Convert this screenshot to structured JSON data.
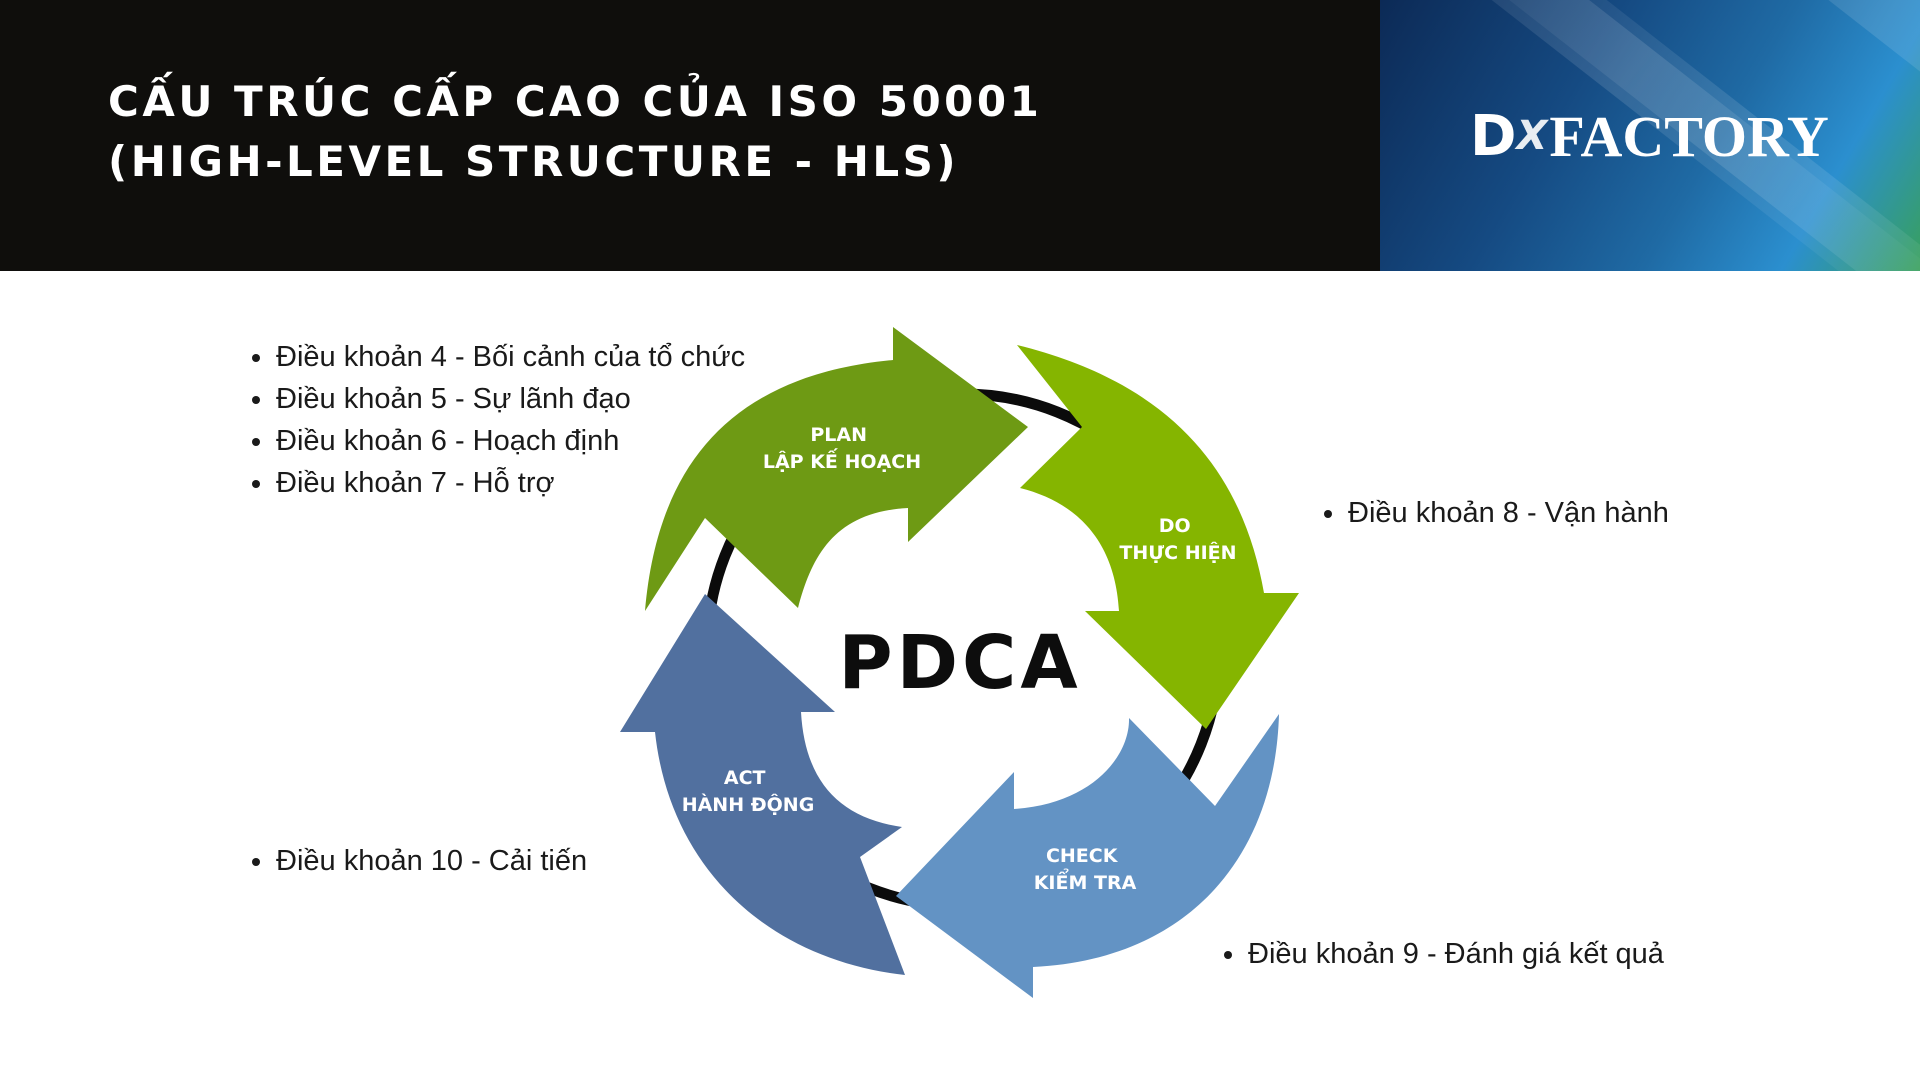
{
  "header": {
    "title_line1": "CẤU TRÚC CẤP CAO CỦA ISO 50001",
    "title_line2": "(HIGH-LEVEL STRUCTURE - HLS)"
  },
  "logo": {
    "dx": "D",
    "x": "X",
    "factory": "FACTORY"
  },
  "diagram": {
    "center": "PDCA",
    "segments": [
      {
        "line1": "PLAN",
        "line2": "LẬP KẾ HOẠCH",
        "color": "#6e9a14"
      },
      {
        "line1": "DO",
        "line2": "THỰC HIỆN",
        "color": "#85b500"
      },
      {
        "line1": "CHECK",
        "line2": "KIỂM TRA",
        "color": "#6393c4"
      },
      {
        "line1": "ACT",
        "line2": "HÀNH ĐỘNG",
        "color": "#51709f"
      }
    ],
    "ring_color": "#0b0b0b"
  },
  "clauses": {
    "plan": [
      "Điều khoản 4 - Bối cảnh của tổ chức",
      "Điều khoản 5 - Sự lãnh đạo",
      "Điều khoản 6 - Hoạch định",
      "Điều khoản 7 - Hỗ trợ"
    ],
    "do": [
      "Điều khoản 8 - Vận hành"
    ],
    "check": [
      "Điều khoản 9 - Đánh giá kết quả"
    ],
    "act": [
      "Điều khoản 10 - Cải tiến"
    ]
  }
}
